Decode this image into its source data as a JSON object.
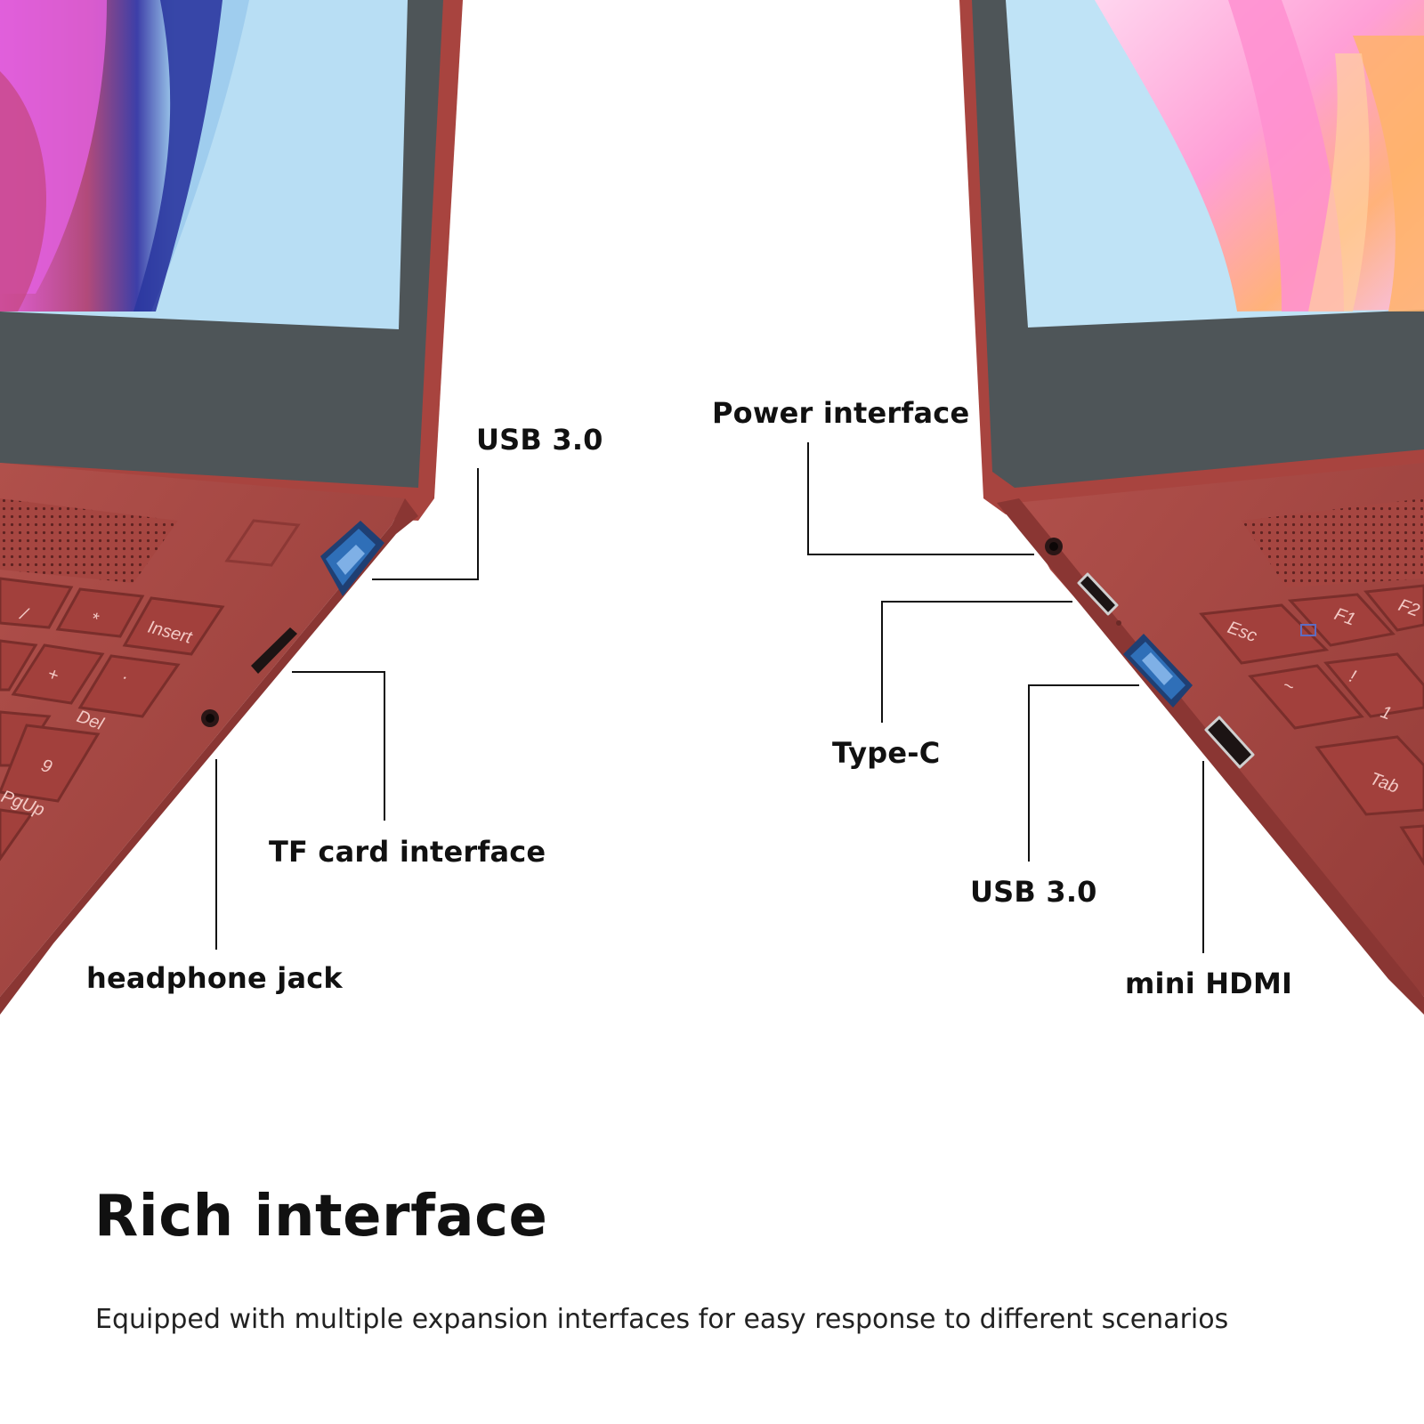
{
  "colors": {
    "body": "#a8443f",
    "body_dark": "#8f3a36",
    "bezel": "#4e5558",
    "screen_sky": "#b8def4",
    "usb_blue": "#2f6fb8",
    "label_text": "#111111"
  },
  "left_laptop": {
    "labels": {
      "usb": "USB 3.0",
      "tf_card": "TF card interface",
      "headphone": "headphone jack"
    },
    "keys": [
      "/",
      "*",
      "Insert",
      "+",
      ".",
      "Del",
      "9",
      "PgUp"
    ]
  },
  "right_laptop": {
    "labels": {
      "power": "Power interface",
      "type_c": "Type-C",
      "usb": "USB 3.0",
      "mini_hdmi": "mini HDMI"
    },
    "keys": [
      "Esc",
      "F1",
      "F2",
      "~",
      "!",
      "1",
      "Tab"
    ]
  },
  "headline": "Rich interface",
  "description": "Equipped with multiple expansion interfaces for easy response to different scenarios"
}
